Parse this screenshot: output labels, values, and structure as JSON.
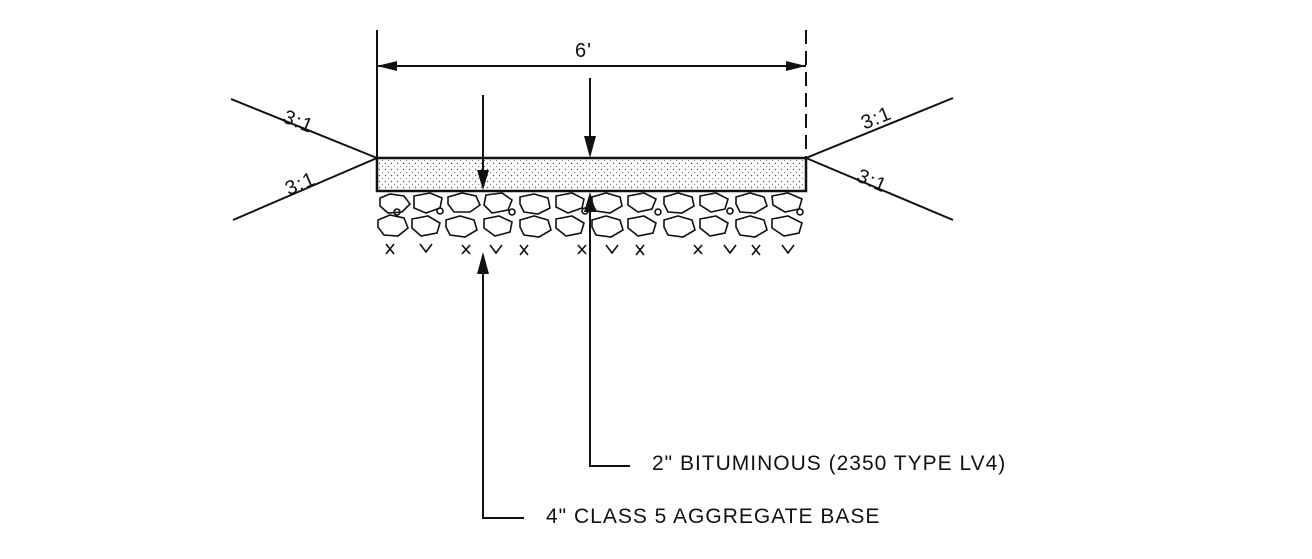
{
  "diagram": {
    "width_dimension": "6'",
    "slopes": {
      "upper_left": "3:1",
      "lower_left": "3:1",
      "upper_right": "3:1",
      "lower_right": "3:1"
    },
    "callouts": {
      "bituminous": "2\" BITUMINOUS (2350 TYPE LV4)",
      "aggregate": "4\" CLASS 5 AGGREGATE BASE"
    },
    "colors": {
      "line": "#111111",
      "background": "#ffffff",
      "stipple": "#555555"
    }
  }
}
